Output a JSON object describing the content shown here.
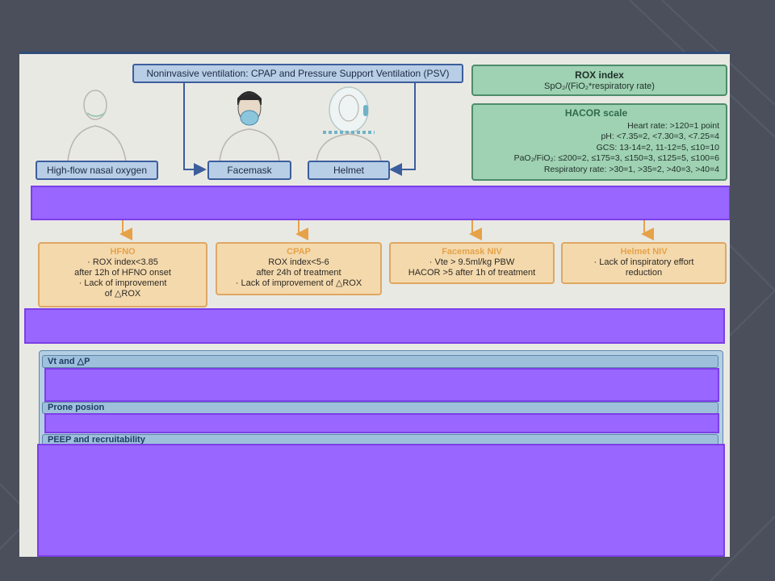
{
  "ventilation": {
    "title": "Noninvasive ventilation: CPAP and Pressure Support Ventilation (PSV)",
    "hfno_label": "High-flow nasal oxygen",
    "facemask_label": "Facemask",
    "helmet_label": "Helmet"
  },
  "rox": {
    "title": "ROX index",
    "formula": "SpO₂/(FiO₂*respiratory rate)"
  },
  "hacor": {
    "title": "HACOR scale",
    "lines": [
      "Heart rate: >120=1 point",
      "pH: <7.35=2, <7.30=3, <7.25=4",
      "GCS: 13-14=2, 11-12=5, ≤10=10",
      "PaO₂/FiO₂: ≤200=2, ≤175=3, ≤150=3, ≤125=5, ≤100=6",
      "Respiratory rate: >30=1, >35=2, >40=3, >40=4"
    ]
  },
  "criteria": [
    {
      "title": "HFNO",
      "lines": [
        "· ROX index<3.85",
        "after 12h of HFNO onset",
        "· Lack of improvement",
        "of △ROX"
      ]
    },
    {
      "title": "CPAP",
      "lines": [
        "ROX index<5-6",
        "after 24h of treatment",
        "· Lack of improvement of △ROX"
      ]
    },
    {
      "title": "Facemask NIV",
      "lines": [
        "· Vte > 9.5ml/kg PBW",
        "HACOR >5 after 1h of treatment"
      ]
    },
    {
      "title": "Helmet NIV",
      "lines": [
        "· Lack of inspiratory effort",
        "reduction"
      ]
    }
  ],
  "sections": {
    "vt": "Vt and △P",
    "prone": "Prone posion",
    "peep": "PEEP and recruitability"
  },
  "colors": {
    "slide_background": "#4b4f5c",
    "blue_accent": "#3c5e9c",
    "green_accent": "#4c8c6a",
    "orange_accent": "#dfa762",
    "redaction": "#9966ff"
  }
}
